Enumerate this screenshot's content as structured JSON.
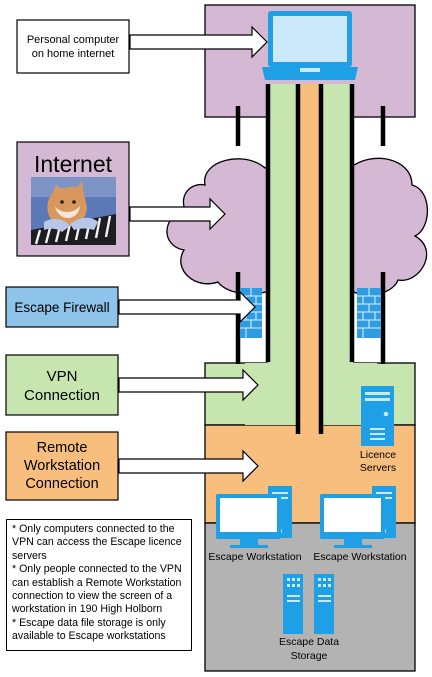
{
  "labels": {
    "personal_computer": [
      "Personal computer",
      "on home internet"
    ],
    "internet": "Internet",
    "escape_firewall": "Escape Firewall",
    "vpn_connection": [
      "VPN",
      "Connection"
    ],
    "remote_workstation_connection": [
      "Remote",
      "Workstation",
      "Connection"
    ],
    "licence_servers": [
      "Licence",
      "Servers"
    ],
    "workstation_left": "Escape Workstation",
    "workstation_right": "Escape Workstation",
    "data_storage": [
      "Escape Data",
      "Storage"
    ]
  },
  "notes": [
    "* Only computers connected to the VPN can access the Escape licence servers",
    "* Only people connected to the VPN can establish a Remote Workstation connection to view the screen of a workstation in 190 High Holborn",
    "* Escape data file storage is only available to Escape workstations"
  ],
  "colors": {
    "home": "#d5b9d4",
    "internet_cloud": "#d5b9d4",
    "vpn": "#c6e5af",
    "remote": "#f8be7e",
    "storage": "#b3b3b3",
    "firewall_box": "#8ec3ea",
    "device_blue": "#1e9fe6",
    "firewall_brick": "#2f9be0"
  },
  "icons": [
    "laptop-icon",
    "cat-keyboard-photo",
    "firewall-brick-icon",
    "server-icon",
    "desktop-icon",
    "storage-rack-icon"
  ]
}
